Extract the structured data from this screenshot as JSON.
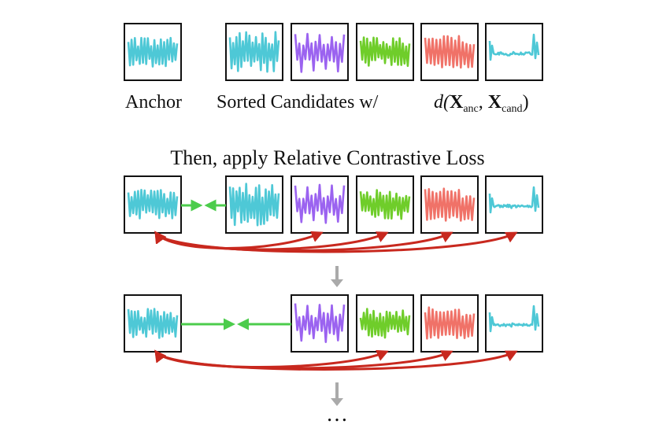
{
  "labels": {
    "anchor": "Anchor",
    "sorted_candidates": "Sorted Candidates w/",
    "then_apply": "Then, apply Relative Contrastive Loss",
    "ellipsis": "…",
    "distance": {
      "func": "d(",
      "x1": "X",
      "sub1": "anc",
      "comma": ", ",
      "x2": "X",
      "sub2": "cand",
      "close": ")"
    }
  },
  "colors": {
    "cyan": "#4ec8d6",
    "purple": "#9b63f0",
    "green": "#6fcd2a",
    "red": "#f07268",
    "positive_arrow": "#4ccc4c",
    "negative_arrow": "#c8281e",
    "step_arrow": "#aaaaaa",
    "frame": "#111111"
  },
  "diagram": {
    "top_row": {
      "anchor": {
        "color": "cyan",
        "pattern": "dense"
      },
      "candidates": [
        {
          "color": "cyan",
          "pattern": "dense-tall"
        },
        {
          "color": "purple",
          "pattern": "spiky"
        },
        {
          "color": "green",
          "pattern": "dense"
        },
        {
          "color": "red",
          "pattern": "block"
        },
        {
          "color": "cyan",
          "pattern": "flat"
        }
      ]
    },
    "step_rows": [
      {
        "anchor": {
          "color": "cyan",
          "pattern": "dense"
        },
        "positive": {
          "color": "cyan",
          "pattern": "dense-tall"
        },
        "negatives": [
          {
            "color": "purple",
            "pattern": "spiky"
          },
          {
            "color": "green",
            "pattern": "dense"
          },
          {
            "color": "red",
            "pattern": "block"
          },
          {
            "color": "cyan",
            "pattern": "flat"
          }
        ]
      },
      {
        "anchor": {
          "color": "cyan",
          "pattern": "dense"
        },
        "positive": {
          "color": "purple",
          "pattern": "spiky"
        },
        "negatives": [
          {
            "color": "green",
            "pattern": "dense"
          },
          {
            "color": "red",
            "pattern": "block"
          },
          {
            "color": "cyan",
            "pattern": "flat"
          }
        ]
      }
    ]
  }
}
